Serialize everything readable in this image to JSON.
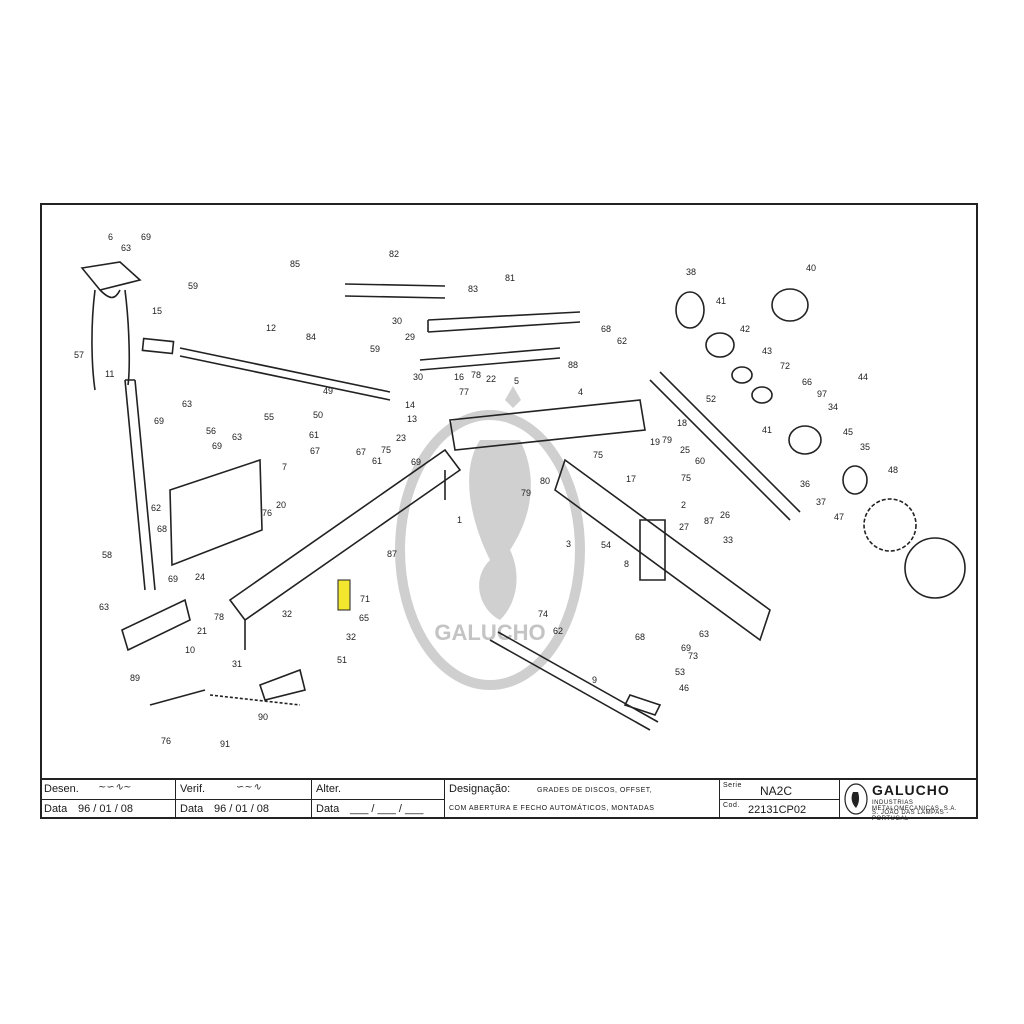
{
  "drawing": {
    "watermark_text": "GALUCHO",
    "callouts": [
      {
        "id": "c6",
        "text": "6"
      },
      {
        "id": "c63a",
        "text": "63"
      },
      {
        "id": "c69a",
        "text": "69"
      },
      {
        "id": "c57",
        "text": "57"
      },
      {
        "id": "c11",
        "text": "11"
      },
      {
        "id": "c58",
        "text": "58"
      },
      {
        "id": "c63b",
        "text": "63"
      },
      {
        "id": "c59",
        "text": "59"
      },
      {
        "id": "c15",
        "text": "15"
      },
      {
        "id": "c63c",
        "text": "63"
      },
      {
        "id": "c69b",
        "text": "69"
      },
      {
        "id": "c12",
        "text": "12"
      },
      {
        "id": "c56",
        "text": "56"
      },
      {
        "id": "c63d",
        "text": "63"
      },
      {
        "id": "c69c",
        "text": "69"
      },
      {
        "id": "c55",
        "text": "55"
      },
      {
        "id": "c7",
        "text": "7"
      },
      {
        "id": "c62a",
        "text": "62"
      },
      {
        "id": "c68a",
        "text": "68"
      },
      {
        "id": "c20",
        "text": "20"
      },
      {
        "id": "c76a",
        "text": "76"
      },
      {
        "id": "c24",
        "text": "24"
      },
      {
        "id": "c69d",
        "text": "69"
      },
      {
        "id": "c21",
        "text": "21"
      },
      {
        "id": "c78a",
        "text": "78"
      },
      {
        "id": "c10",
        "text": "10"
      },
      {
        "id": "c85",
        "text": "85"
      },
      {
        "id": "c84",
        "text": "84"
      },
      {
        "id": "c82",
        "text": "82"
      },
      {
        "id": "c83",
        "text": "83"
      },
      {
        "id": "c81",
        "text": "81"
      },
      {
        "id": "c30a",
        "text": "30"
      },
      {
        "id": "c29",
        "text": "29"
      },
      {
        "id": "c59b",
        "text": "59"
      },
      {
        "id": "c49",
        "text": "49"
      },
      {
        "id": "c50",
        "text": "50"
      },
      {
        "id": "c61a",
        "text": "61"
      },
      {
        "id": "c67a",
        "text": "67"
      },
      {
        "id": "c67b",
        "text": "67"
      },
      {
        "id": "c61b",
        "text": "61"
      },
      {
        "id": "c75a",
        "text": "75"
      },
      {
        "id": "c23",
        "text": "23"
      },
      {
        "id": "c14",
        "text": "14"
      },
      {
        "id": "c13",
        "text": "13"
      },
      {
        "id": "c69e",
        "text": "69"
      },
      {
        "id": "c16",
        "text": "16"
      },
      {
        "id": "c30b",
        "text": "30"
      },
      {
        "id": "c77",
        "text": "77"
      },
      {
        "id": "c78b",
        "text": "78"
      },
      {
        "id": "c22",
        "text": "22"
      },
      {
        "id": "c5",
        "text": "5"
      },
      {
        "id": "c68b",
        "text": "68"
      },
      {
        "id": "c62b",
        "text": "62"
      },
      {
        "id": "c88",
        "text": "88"
      },
      {
        "id": "c4",
        "text": "4"
      },
      {
        "id": "c1",
        "text": "1"
      },
      {
        "id": "c87a",
        "text": "87"
      },
      {
        "id": "c71",
        "text": "71"
      },
      {
        "id": "c65",
        "text": "65"
      },
      {
        "id": "c32a",
        "text": "32"
      },
      {
        "id": "c32b",
        "text": "32"
      },
      {
        "id": "c31",
        "text": "31"
      },
      {
        "id": "c51",
        "text": "51"
      },
      {
        "id": "c89",
        "text": "89"
      },
      {
        "id": "c76b",
        "text": "76"
      },
      {
        "id": "c91",
        "text": "91"
      },
      {
        "id": "c90",
        "text": "90"
      },
      {
        "id": "c80",
        "text": "80"
      },
      {
        "id": "c79a",
        "text": "79"
      },
      {
        "id": "c75b",
        "text": "75"
      },
      {
        "id": "c17",
        "text": "17"
      },
      {
        "id": "c19",
        "text": "19"
      },
      {
        "id": "c18",
        "text": "18"
      },
      {
        "id": "c79b",
        "text": "79"
      },
      {
        "id": "c60",
        "text": "60"
      },
      {
        "id": "c25",
        "text": "25"
      },
      {
        "id": "c75c",
        "text": "75"
      },
      {
        "id": "c27",
        "text": "27"
      },
      {
        "id": "c87b",
        "text": "87"
      },
      {
        "id": "c26",
        "text": "26"
      },
      {
        "id": "c2",
        "text": "2"
      },
      {
        "id": "c33",
        "text": "33"
      },
      {
        "id": "c3",
        "text": "3"
      },
      {
        "id": "c54",
        "text": "54"
      },
      {
        "id": "c8",
        "text": "8"
      },
      {
        "id": "c74",
        "text": "74"
      },
      {
        "id": "c62c",
        "text": "62"
      },
      {
        "id": "c68c",
        "text": "68"
      },
      {
        "id": "c69f",
        "text": "69"
      },
      {
        "id": "c53",
        "text": "53"
      },
      {
        "id": "c63e",
        "text": "63"
      },
      {
        "id": "c73",
        "text": "73"
      },
      {
        "id": "c9",
        "text": "9"
      },
      {
        "id": "c46",
        "text": "46"
      },
      {
        "id": "c38",
        "text": "38"
      },
      {
        "id": "c40",
        "text": "40"
      },
      {
        "id": "c41a",
        "text": "41"
      },
      {
        "id": "c42",
        "text": "42"
      },
      {
        "id": "c43",
        "text": "43"
      },
      {
        "id": "c72",
        "text": "72"
      },
      {
        "id": "c66",
        "text": "66"
      },
      {
        "id": "c97",
        "text": "97"
      },
      {
        "id": "c44",
        "text": "44"
      },
      {
        "id": "c34",
        "text": "34"
      },
      {
        "id": "c52",
        "text": "52"
      },
      {
        "id": "c41b",
        "text": "41"
      },
      {
        "id": "c45",
        "text": "45"
      },
      {
        "id": "c35",
        "text": "35"
      },
      {
        "id": "c36",
        "text": "36"
      },
      {
        "id": "c37",
        "text": "37"
      },
      {
        "id": "c47",
        "text": "47"
      },
      {
        "id": "c48",
        "text": "48"
      }
    ]
  },
  "title_block": {
    "desen_label": "Desen.",
    "verif_label": "Verif.",
    "alter_label": "Alter.",
    "data_label_1": "Data",
    "date_1": "96 / 01 / 08",
    "data_label_2": "Data",
    "date_2": "96 / 01 / 08",
    "data_label_3": "Data",
    "date_3": "___ / ___ / ___",
    "designacao_label": "Designação:",
    "designacao_line1": "GRADES DE DISCOS, OFFSET,",
    "designacao_line2": "COM ABERTURA E FECHO AUTOMÁTICOS, MONTADAS",
    "serie_label": "Serie",
    "serie_value": "NA2C",
    "cod_label": "Cod.",
    "cod_value": "22131CP02",
    "company_name": "GALUCHO",
    "company_line1": "INDUSTRIAS METALOMECANICAS, S.A.",
    "company_line2": "S. JOÃO DAS LAMPAS - PORTUGAL"
  },
  "colors": {
    "ink": "#1a1a1a",
    "watermark": "#c8c8c8",
    "highlight": "#f2e62e"
  }
}
